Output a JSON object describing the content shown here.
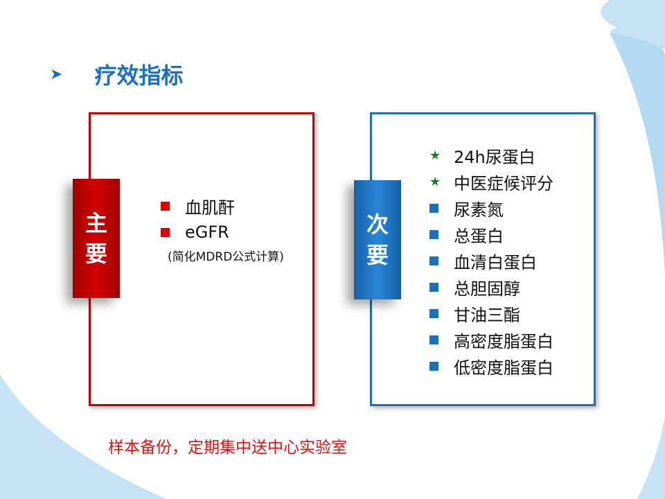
{
  "title": "疗效指标",
  "primary": {
    "tag": [
      "主",
      "要"
    ],
    "items": [
      "血肌酐",
      "eGFR"
    ],
    "note": "(简化MDRD公式计算)",
    "color": "#c00000"
  },
  "secondary": {
    "tag": [
      "次",
      "要"
    ],
    "items": [
      {
        "label": "24h尿蛋白",
        "bullet": "star"
      },
      {
        "label": "中医症候评分",
        "bullet": "star"
      },
      {
        "label": "尿素氮",
        "bullet": "square"
      },
      {
        "label": "总蛋白",
        "bullet": "square"
      },
      {
        "label": "血清白蛋白",
        "bullet": "square"
      },
      {
        "label": "总胆固醇",
        "bullet": "square"
      },
      {
        "label": "甘油三酯",
        "bullet": "square"
      },
      {
        "label": "高密度脂蛋白",
        "bullet": "square"
      },
      {
        "label": "低密度脂蛋白",
        "bullet": "square"
      }
    ],
    "color": "#1e6fb5"
  },
  "footer": "样本备份，定期集中送中心实验室"
}
